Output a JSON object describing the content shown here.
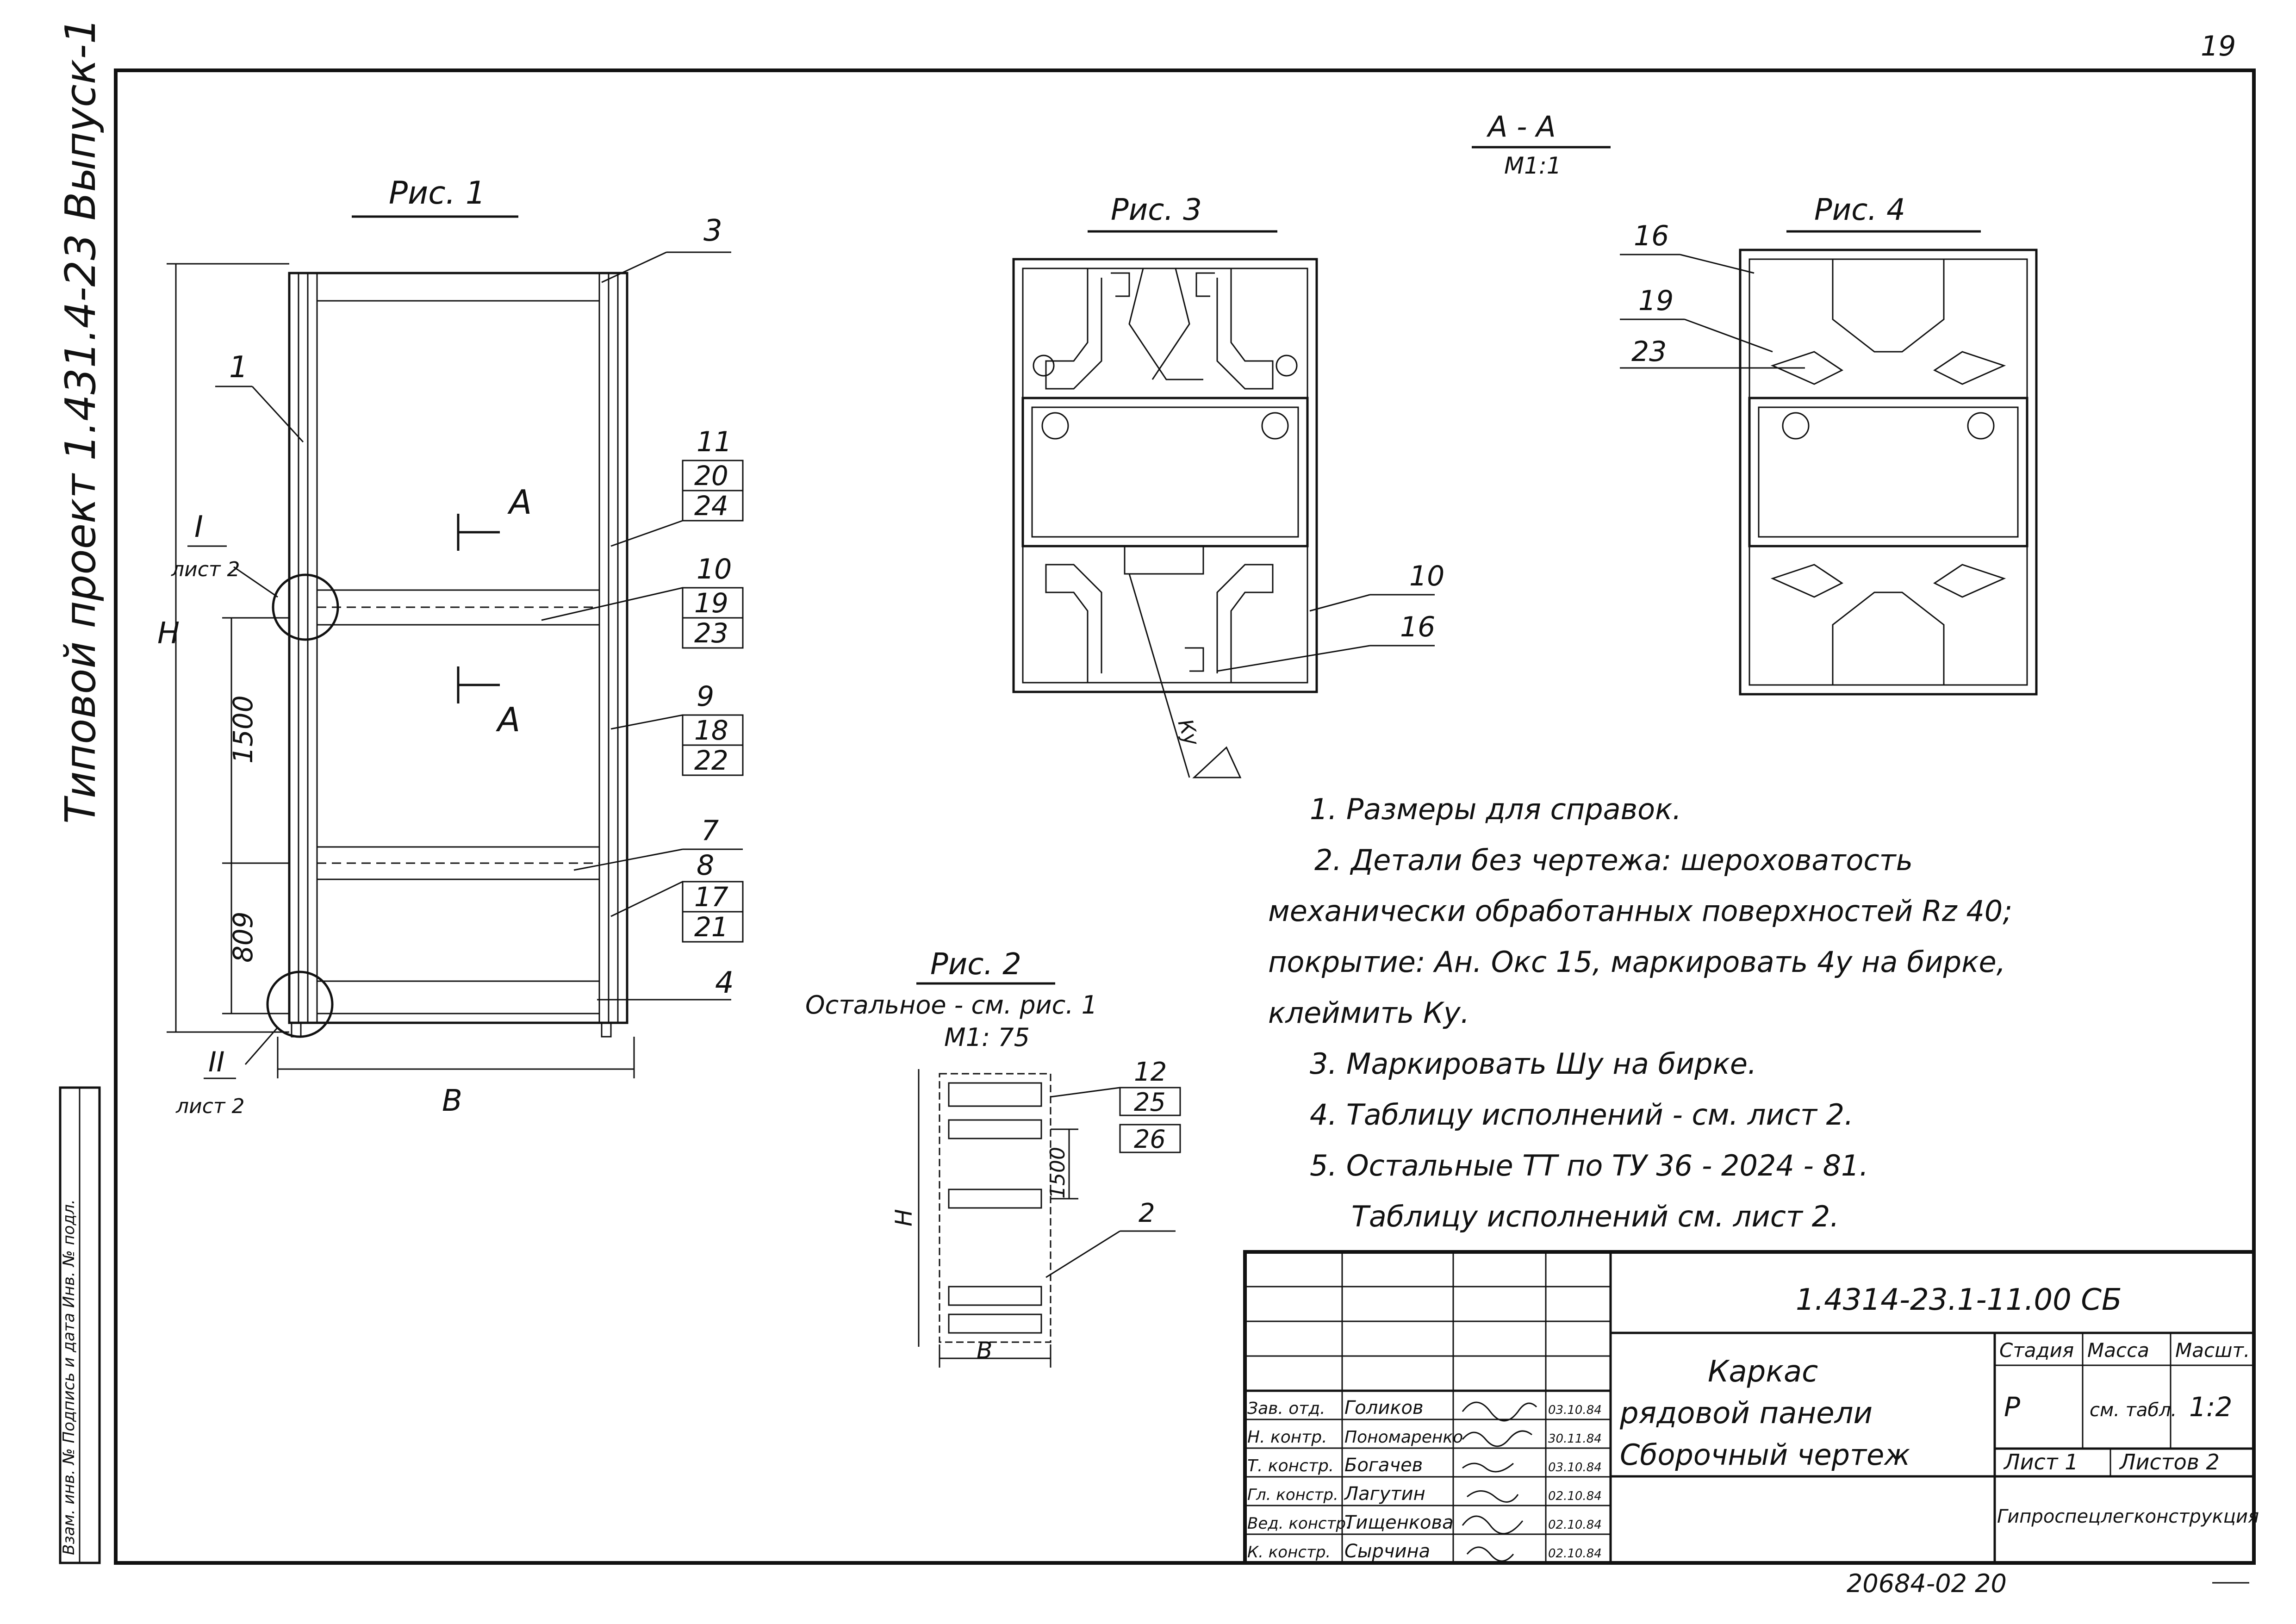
{
  "page_number": "19",
  "side_title": "Типовой проект 1.431.4-23 Выпуск-1",
  "side_stamp_text": "Взам. инв. №  Подпись и дата  Инв. № подл.",
  "section_label": {
    "title": "A - A",
    "scale": "M1:1"
  },
  "fig1": {
    "caption": "Рис. 1",
    "dim_H": "H",
    "dim_B": "B",
    "dim_1500": "1500",
    "dim_809": "809",
    "cut_label": "A",
    "view_I": "I",
    "view_I_sheet": "лист 2",
    "view_II": "II",
    "view_II_sheet": "лист 2",
    "callouts": [
      "1",
      "3",
      "4"
    ],
    "callout_groups": [
      [
        "11",
        "20",
        "24"
      ],
      [
        "10",
        "19",
        "23"
      ],
      [
        "9",
        "18",
        "22"
      ],
      [
        "7"
      ],
      [
        "8",
        "17",
        "21"
      ]
    ]
  },
  "fig2": {
    "caption": "Рис. 2",
    "subcaption": "Остальное - см. рис. 1",
    "scale": "M1: 75",
    "dim_H": "H",
    "dim_B": "B",
    "dim_1500": "1500",
    "callout_group": [
      "12",
      "25",
      "26"
    ],
    "callout_2": "2"
  },
  "fig3": {
    "caption": "Рис. 3",
    "callouts": [
      "10",
      "16"
    ],
    "roughness": "Ку"
  },
  "fig4": {
    "caption": "Рис. 4",
    "callouts": [
      "16",
      "19",
      "23"
    ]
  },
  "notes": [
    "1. Размеры для справок.",
    "2. Детали без чертежа: шероховатость",
    "механически обработанных поверхностей Rz 40;",
    "покрытие: Ан. Окс 15, маркировать 4у на бирке,",
    "клеймить Ку.",
    "3. Маркировать Шу на бирке.",
    "4. Таблицу исполнений - см. лист 2.",
    "5. Остальные ТТ по ТУ 36 - 2024 - 81.",
    "Таблицу исполнений см. лист 2."
  ],
  "title_block": {
    "doc_code": "1.4314-23.1-11.00 СБ",
    "title_lines": [
      "Каркас",
      "рядовой панели",
      "Сборочный чертеж"
    ],
    "stage_header": "Стадия",
    "mass_header": "Масса",
    "scale_header": "Масшт.",
    "stage": "Р",
    "mass": "см. табл.",
    "scale": "1:2",
    "sheet": "Лист 1",
    "sheets": "Листов 2",
    "organization": "Гипроспецлегконструкция",
    "signatures": [
      {
        "role": "Зав. отд.",
        "name": "Голиков",
        "sign": "",
        "date": "03.10.84"
      },
      {
        "role": "Н. контр.",
        "name": "Пономаренко",
        "sign": "",
        "date": "30.11.84"
      },
      {
        "role": "Т. констр.",
        "name": "Богачев",
        "sign": "",
        "date": "03.10.84"
      },
      {
        "role": "Гл. констр.",
        "name": "Лагутин",
        "sign": "",
        "date": "02.10.84"
      },
      {
        "role": "Вед. констр.",
        "name": "Тищенкова",
        "sign": "",
        "date": "02.10.84"
      },
      {
        "role": "К. констр.",
        "name": "Сырчина",
        "sign": "",
        "date": "02.10.84"
      }
    ]
  },
  "footer_code": "20684-02 20"
}
